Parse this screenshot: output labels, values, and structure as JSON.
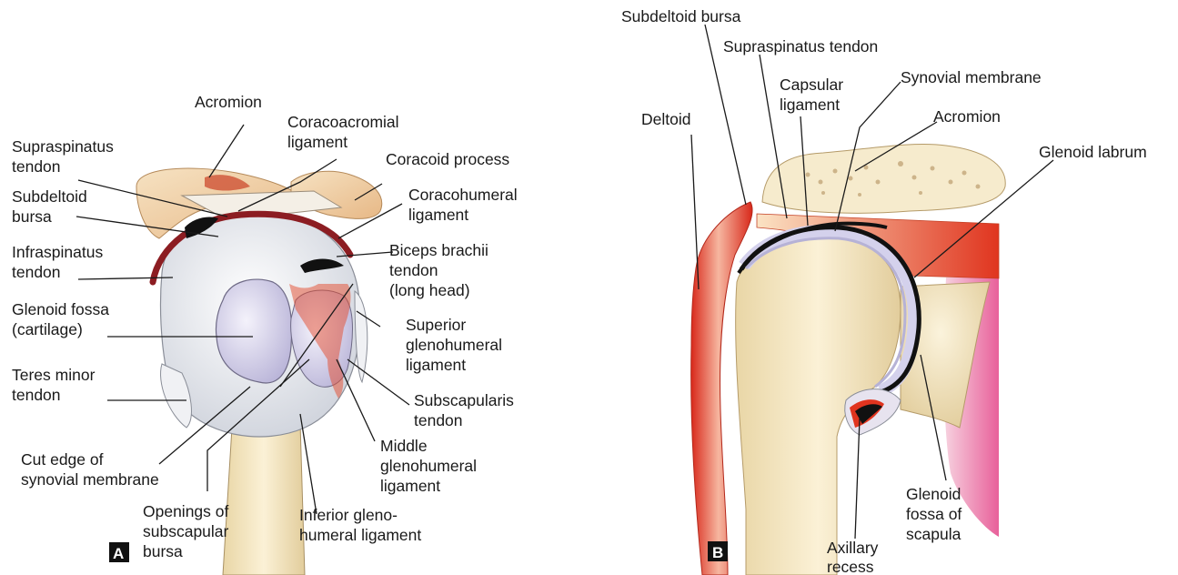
{
  "panels": {
    "a": {
      "letter": "A",
      "labels": {
        "acromion": "Acromion",
        "coracoacromial_1": "Coracoacromial",
        "coracoacromial_2": "ligament",
        "supraspinatus_1": "Supraspinatus",
        "supraspinatus_2": "tendon",
        "coracoid_process": "Coracoid process",
        "subdeltoid_1": "Subdeltoid",
        "subdeltoid_2": "bursa",
        "coracohumeral_1": "Coracohumeral",
        "coracohumeral_2": "ligament",
        "infraspinatus_1": "Infraspinatus",
        "infraspinatus_2": "tendon",
        "biceps_1": "Biceps brachii",
        "biceps_2": "tendon",
        "biceps_3": "(long head)",
        "glenoid_1": "Glenoid fossa",
        "glenoid_2": "(cartilage)",
        "sup_gh_1": "Superior",
        "sup_gh_2": "glenohumeral",
        "sup_gh_3": "ligament",
        "teres_1": "Teres minor",
        "teres_2": "tendon",
        "subscap_1": "Subscapularis",
        "subscap_2": "tendon",
        "cut_edge_1": "Cut edge of",
        "cut_edge_2": "synovial membrane",
        "mid_gh_1": "Middle",
        "mid_gh_2": "glenohumeral",
        "mid_gh_3": "ligament",
        "openings_1": "Openings of",
        "openings_2": "subscapular",
        "openings_3": "bursa",
        "inf_gh_1": "Inferior gleno-",
        "inf_gh_2": "humeral ligament"
      }
    },
    "b": {
      "letter": "B",
      "labels": {
        "subdeltoid_bursa": "Subdeltoid bursa",
        "supraspinatus_tendon": "Supraspinatus tendon",
        "synovial_membrane": "Synovial membrane",
        "capsular_1": "Capsular",
        "capsular_2": "ligament",
        "deltoid": "Deltoid",
        "acromion": "Acromion",
        "glenoid_labrum": "Glenoid labrum",
        "glenoid_fossa_1": "Glenoid",
        "glenoid_fossa_2": "fossa of",
        "glenoid_fossa_3": "scapula",
        "axillary_1": "Axillary",
        "axillary_2": "recess"
      }
    }
  },
  "colors": {
    "bone": "#f2e3bd",
    "bone_dark": "#d9c08e",
    "cartilage": "#d9d4ee",
    "capsule": "#e8eaf0",
    "ligament_red": "#8c1d22",
    "muscle_red": "#e0412a",
    "pink": "#ef8fb0",
    "black": "#111111"
  }
}
